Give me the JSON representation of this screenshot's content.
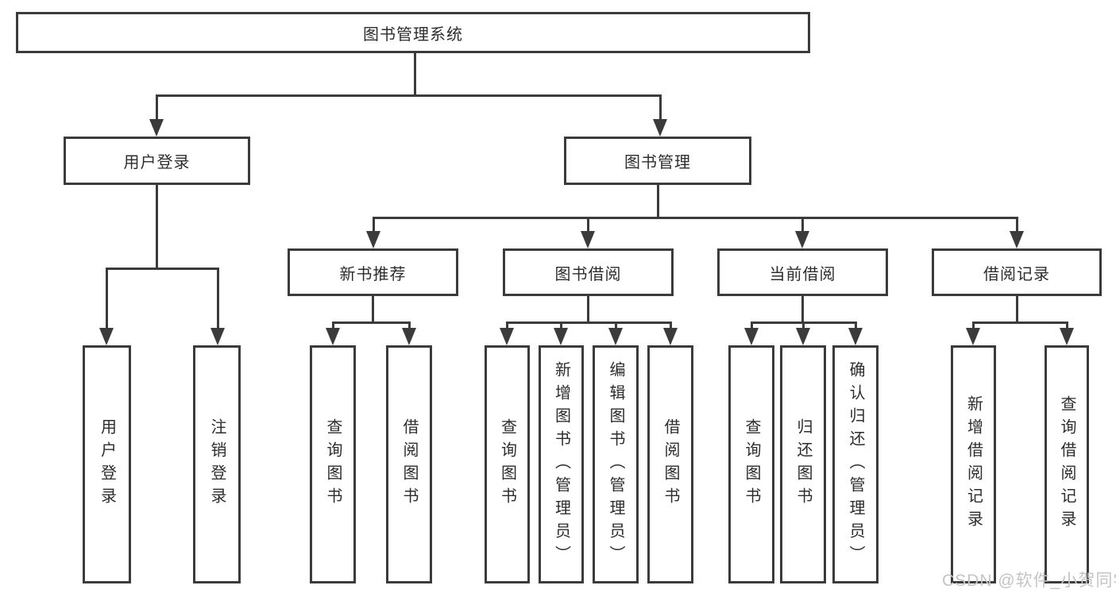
{
  "tree": {
    "label": "图书管理系统",
    "children": [
      {
        "label": "用户登录",
        "children": [
          {
            "label": "用户登录"
          },
          {
            "label": "注销登录"
          }
        ]
      },
      {
        "label": "图书管理",
        "children": [
          {
            "label": "新书推荐",
            "children": [
              {
                "label": "查询图书"
              },
              {
                "label": "借阅图书"
              }
            ]
          },
          {
            "label": "图书借阅",
            "children": [
              {
                "label": "查询图书"
              },
              {
                "label": "新增图书（管理员）"
              },
              {
                "label": "编辑图书（管理员）"
              },
              {
                "label": "借阅图书"
              }
            ]
          },
          {
            "label": "当前借阅",
            "children": [
              {
                "label": "查询图书"
              },
              {
                "label": "归还图书"
              },
              {
                "label": "确认归还（管理员）"
              }
            ]
          },
          {
            "label": "借阅记录",
            "children": [
              {
                "label": "新增借阅记录"
              },
              {
                "label": "查询借阅记录"
              }
            ]
          }
        ]
      }
    ]
  },
  "watermark": {
    "text": "CSDN @软件_小贺同学"
  },
  "colors": {
    "line": "#3b3b3b",
    "text": "#2d2d2d",
    "watermark": "#c4c4c4",
    "background": "#ffffff"
  }
}
